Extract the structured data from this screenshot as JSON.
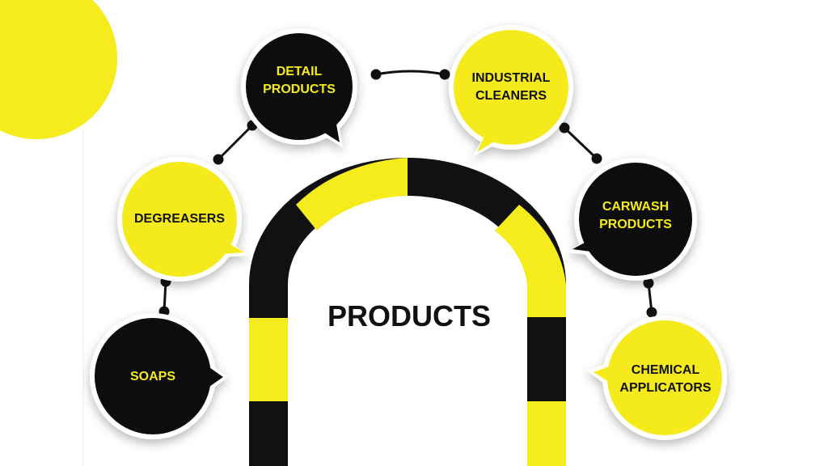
{
  "colors": {
    "yellow": "#f5eb1d",
    "black": "#111111",
    "white": "#ffffff"
  },
  "center": {
    "title": "PRODUCTS"
  },
  "bubbles": [
    {
      "id": "detail-products",
      "lines": [
        "DETAIL",
        "PRODUCTS"
      ],
      "fill": "black"
    },
    {
      "id": "industrial-cleaners",
      "lines": [
        "INDUSTRIAL",
        "CLEANERS"
      ],
      "fill": "yellow"
    },
    {
      "id": "degreasers",
      "lines": [
        "DEGREASERS"
      ],
      "fill": "yellow"
    },
    {
      "id": "carwash-products",
      "lines": [
        "CARWASH",
        "PRODUCTS"
      ],
      "fill": "black"
    },
    {
      "id": "soaps",
      "lines": [
        "SOAPS"
      ],
      "fill": "black"
    },
    {
      "id": "chemical-applicators",
      "lines": [
        "CHEMICAL",
        "APPLICATORS"
      ],
      "fill": "yellow"
    }
  ]
}
